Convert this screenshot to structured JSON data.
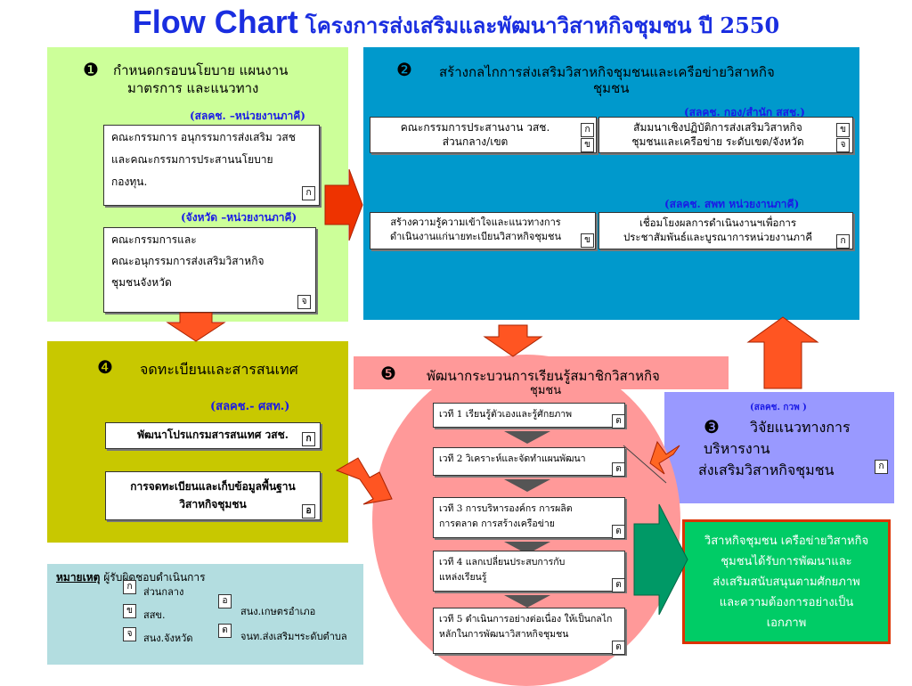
{
  "title": {
    "en": "Flow Chart",
    "th": "โครงการส่งเสริมและพัฒนาวิสาหกิจชุมชน  ปี 2550"
  },
  "colors": {
    "green": "#ccff99",
    "blue": "#0099cc",
    "olive": "#c8c800",
    "pink": "#ff9999",
    "purple": "#9999ff",
    "teal": "#00cc66",
    "legend": "#b3dde0",
    "arrow": "#ee3300"
  },
  "panel1": {
    "num": "❶",
    "heading_line1": "กำหนดกรอบนโยบาย แผนงาน",
    "heading_line2": "มาตรการ และแนวทาง",
    "agency1": "(สลคช. –หน่วยงานภาคี)",
    "box1": {
      "line1": "คณะกรรมการ อนุกรรมการส่งเสริม วสช",
      "line2": "และคณะกรรมการประสานนโยบาย",
      "line3": "กองทุน.",
      "tag": "ก"
    },
    "agency2": "(จังหวัด –หน่วยงานภาคี)",
    "box2": {
      "line1": "คณะกรรมการและ",
      "line2": "คณะอนุกรรมการส่งเสริมวิสาหกิจ",
      "line3": "ชุมชนจังหวัด",
      "tag": "จ"
    }
  },
  "panel2": {
    "num": "❷",
    "heading_line1": "สร้างกลไกการส่งเสริมวิสาหกิจชุมชนและเครือข่ายวิสาหกิจ",
    "heading_line2": "ชุมชน",
    "agency1": "(สลคช. กอง/สำนัก สสช.)",
    "box1": {
      "line1": "คณะกรรมการประสานงาน วสช.",
      "line2": "ส่วนกลาง/เขต",
      "tag1": "ก",
      "tag2": "ข"
    },
    "box2": {
      "line1": "สัมมนาเชิงปฏิบัติการส่งเสริมวิสาหกิจ",
      "line2": "ชุมชนและเครือข่าย ระดับเขต/จังหวัด",
      "tag1": "ข",
      "tag2": "จ"
    },
    "agency2": "(สลคช. สพท หน่วยงานภาคี)",
    "box3": {
      "line1": "สร้างความรู้ความเข้าใจและแนวทางการ",
      "line2": "ดำเนินงานแก่นายทะเบียนวิสาหกิจชุมชน",
      "tag": "ข"
    },
    "box4": {
      "line1": "เชื่อมโยงผลการดำเนินงานฯเพื่อการ",
      "line2": "ประชาสัมพันธ์และบูรณาการหน่วยงานภาคี",
      "tag": "ก"
    }
  },
  "panel3": {
    "agency": "(สลคช. กวพ )",
    "num": "❸",
    "heading_line1": "วิจัยแนวทางการ",
    "heading_line2": "บริหารงาน",
    "heading_line3": "ส่งเสริมวิสาหกิจชุมชน",
    "tag": "ก"
  },
  "panel4": {
    "num": "❹",
    "heading": "จดทะเบียนและสารสนเทศ",
    "agency": "(สลคช.- ศสท.)",
    "box1": {
      "line1": "พัฒนาโปรแกรมสารสนเทศ วสช.",
      "tag": "ก"
    },
    "box2": {
      "line1": "การจดทะเบียนและเก็บข้อมูลพื้นฐาน",
      "line2": "วิสาหกิจชุมชน",
      "tag": "อ"
    }
  },
  "panel5": {
    "num": "❺",
    "heading_line1": "พัฒนากระบวนการเรียนรู้สมาชิกวิสาหกิจ",
    "heading_line2": "ชุมชน",
    "stages": [
      {
        "line1": "เวที 1 เรียนรู้ตัวเองและรู้ศักยภาพ",
        "line2": "",
        "tag": "ต"
      },
      {
        "line1": "เวที 2 วิเคราะห์และจัดทำแผนพัฒนา",
        "line2": "",
        "tag": "ต"
      },
      {
        "line1": "เวที 3 การบริหารองค์กร การผลิต",
        "line2": "การตลาด การสร้างเครือข่าย",
        "tag": "ต"
      },
      {
        "line1": "เวที 4 แลกเปลี่ยนประสบการกับ",
        "line2": "แหล่งเรียนรู้",
        "tag": "ต"
      },
      {
        "line1": "เวที 5 ดำเนินการอย่างต่อเนื่อง ให้เป็นกลไก",
        "line2": "หลักในการพัฒนาวิสาหกิจชุมชน",
        "tag": "ต"
      }
    ]
  },
  "outcome": {
    "line1": "วิสาหกิจชุมชน เครือข่ายวิสาหกิจ",
    "line2": "ชุมชนได้รับการพัฒนาและ",
    "line3": "ส่งเสริมสนับสนุนตามศักยภาพ",
    "line4": "และความต้องการอย่างเป็น",
    "line5": "เอกภาพ"
  },
  "legend": {
    "title": "หมายเหตุ",
    "subtitle": " ผู้รับผิดชอบดำเนินการ",
    "items": [
      {
        "tag": "ก",
        "label": "ส่วนกลาง"
      },
      {
        "tag": "ข",
        "label": "สสข."
      },
      {
        "tag": "จ",
        "label": "สนง.จังหวัด"
      },
      {
        "tag": "อ",
        "label": "สนง.เกษตรอำเภอ"
      },
      {
        "tag": "ต",
        "label": "จนท.ส่งเสริมฯระดับตำบล"
      }
    ]
  }
}
